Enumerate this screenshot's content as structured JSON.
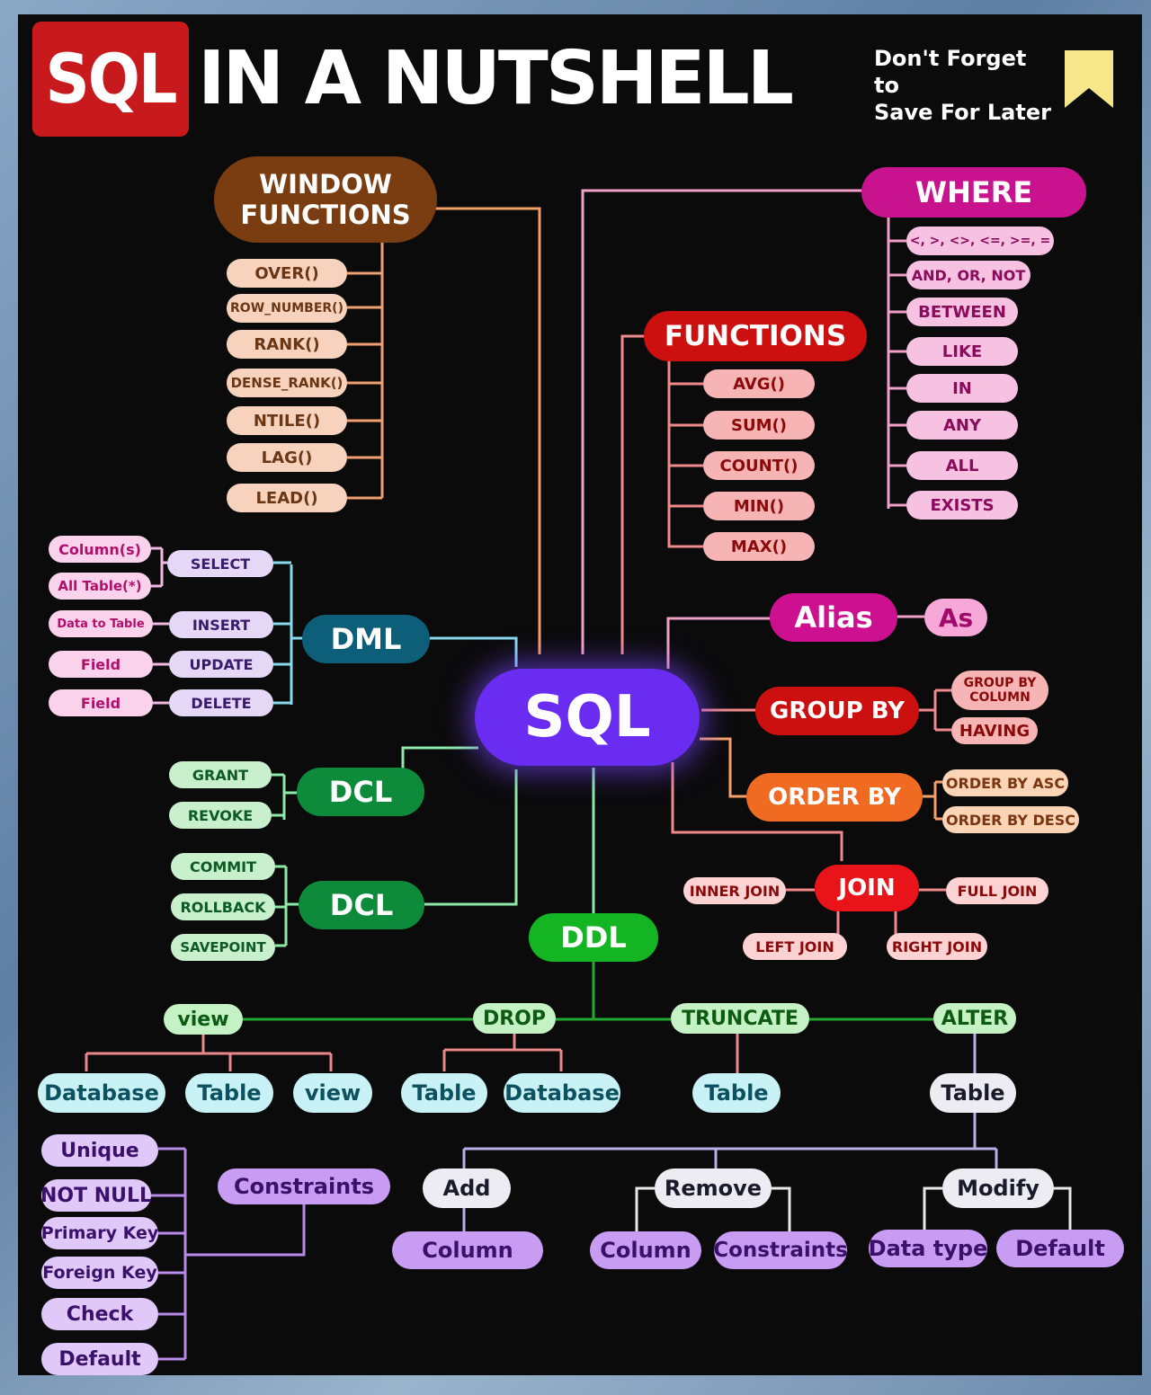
{
  "header": {
    "title_badge": "SQL",
    "title_rest": "IN A NUTSHELL",
    "save_note_line1": "Don't Forget to",
    "save_note_line2": "Save For Later"
  },
  "colors": {
    "background": "#0b0b0c",
    "title_badge": "#c81a1c",
    "sql_core": "#6a2cf0",
    "window_functions": "#7a3d12",
    "where": "#c8128e",
    "functions": "#cc1010",
    "alias": "#cc1090",
    "group_by": "#cc1010",
    "order_by": "#f06a22",
    "join": "#e8141a",
    "dml": "#0d5f79",
    "dcl": "#0d8a3a",
    "ddl": "#13b523",
    "constraints": "#c79cf2"
  },
  "diagram": {
    "core": "SQL",
    "window_functions": {
      "title_line1": "WINDOW",
      "title_line2": "FUNCTIONS",
      "items": [
        "OVER()",
        "ROW_NUMBER()",
        "RANK()",
        "DENSE_RANK()",
        "NTILE()",
        "LAG()",
        "LEAD()"
      ]
    },
    "where": {
      "title": "WHERE",
      "items": [
        "<, >, <>, <=, >=, =",
        "AND, OR, NOT",
        "BETWEEN",
        "LIKE",
        "IN",
        "ANY",
        "ALL",
        "EXISTS"
      ]
    },
    "functions": {
      "title": "FUNCTIONS",
      "items": [
        "AVG()",
        "SUM()",
        "COUNT()",
        "MIN()",
        "MAX()"
      ]
    },
    "alias": {
      "title": "Alias",
      "item": "As"
    },
    "group_by": {
      "title": "GROUP BY",
      "item1_line1": "GROUP BY",
      "item1_line2": "COLUMN",
      "item2": "HAVING"
    },
    "order_by": {
      "title": "ORDER BY",
      "items": [
        "ORDER BY ASC",
        "ORDER BY DESC"
      ]
    },
    "join": {
      "title": "JOIN",
      "inner": "INNER JOIN",
      "full": "FULL JOIN",
      "left": "LEFT JOIN",
      "right": "RIGHT JOIN"
    },
    "dml": {
      "title": "DML",
      "commands": [
        "SELECT",
        "INSERT",
        "UPDATE",
        "DELETE"
      ],
      "targets": [
        "Column(s)",
        "All Table(*)",
        "Data to Table",
        "Field",
        "Field"
      ]
    },
    "dcl": {
      "title": "DCL",
      "items": [
        "GRANT",
        "REVOKE"
      ]
    },
    "tcl": {
      "title": "DCL",
      "items": [
        "COMMIT",
        "ROLLBACK",
        "SAVEPOINT"
      ]
    },
    "ddl": {
      "title": "DDL",
      "view": {
        "label": "view",
        "items": [
          "Database",
          "Table",
          "view"
        ]
      },
      "drop": {
        "label": "DROP",
        "items": [
          "Table",
          "Database"
        ]
      },
      "truncate": {
        "label": "TRUNCATE",
        "items": [
          "Table"
        ]
      },
      "alter": {
        "label": "ALTER",
        "item": "Table"
      },
      "add": {
        "label": "Add",
        "items": [
          "Column"
        ]
      },
      "remove": {
        "label": "Remove",
        "items": [
          "Column",
          "Constraints"
        ]
      },
      "modify": {
        "label": "Modify",
        "items": [
          "Data type",
          "Default"
        ]
      }
    },
    "constraints": {
      "title": "Constraints",
      "items": [
        "Unique",
        "NOT NULL",
        "Primary Key",
        "Foreign Key",
        "Check",
        "Default"
      ]
    }
  }
}
